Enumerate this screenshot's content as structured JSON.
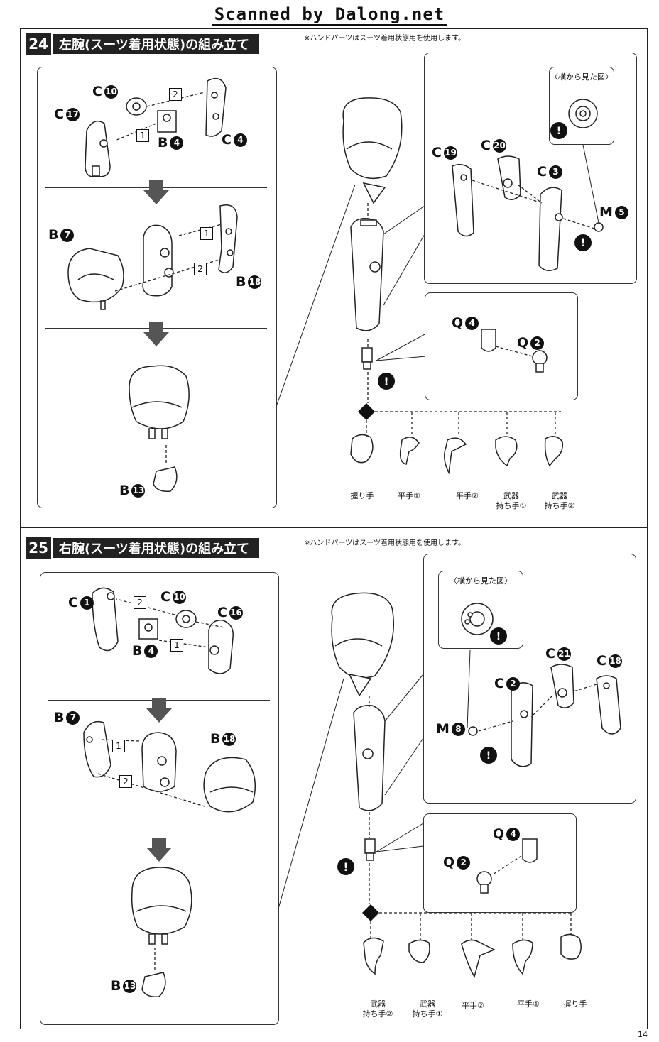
{
  "scanner_credit": "Scanned by Dalong.net",
  "page_number": "14",
  "step24": {
    "number": "24",
    "title": "左腕(スーツ着用状態)の組み立て",
    "note": "※ハンドパーツはスーツ着用状態用を使用します。",
    "labels": {
      "c10": {
        "letter": "C",
        "num": "10"
      },
      "c17": {
        "letter": "C",
        "num": "17"
      },
      "b4": {
        "letter": "B",
        "num": "4"
      },
      "c4": {
        "letter": "C",
        "num": "4"
      },
      "b7": {
        "letter": "B",
        "num": "7"
      },
      "b18": {
        "letter": "B",
        "num": "18"
      },
      "b13": {
        "letter": "B",
        "num": "13"
      },
      "c19": {
        "letter": "C",
        "num": "19"
      },
      "c20": {
        "letter": "C",
        "num": "20"
      },
      "c3": {
        "letter": "C",
        "num": "3"
      },
      "m5": {
        "letter": "M",
        "num": "5"
      },
      "q4": {
        "letter": "Q",
        "num": "4"
      },
      "q2": {
        "letter": "Q",
        "num": "2"
      }
    },
    "side_view": "〈横から見た図〉",
    "hands": [
      "握り手",
      "平手①",
      "平手②",
      "武器\n持ち手①",
      "武器\n持ち手②"
    ]
  },
  "step25": {
    "number": "25",
    "title": "右腕(スーツ着用状態)の組み立て",
    "note": "※ハンドパーツはスーツ着用状態用を使用します。",
    "labels": {
      "c1": {
        "letter": "C",
        "num": "1"
      },
      "c10": {
        "letter": "C",
        "num": "10"
      },
      "c16": {
        "letter": "C",
        "num": "16"
      },
      "b4": {
        "letter": "B",
        "num": "4"
      },
      "b7": {
        "letter": "B",
        "num": "7"
      },
      "b18": {
        "letter": "B",
        "num": "18"
      },
      "b13": {
        "letter": "B",
        "num": "13"
      },
      "c21": {
        "letter": "C",
        "num": "21"
      },
      "c18": {
        "letter": "C",
        "num": "18"
      },
      "c2": {
        "letter": "C",
        "num": "2"
      },
      "m8": {
        "letter": "M",
        "num": "8"
      },
      "q4": {
        "letter": "Q",
        "num": "4"
      },
      "q2": {
        "letter": "Q",
        "num": "2"
      }
    },
    "side_view": "〈横から見た図〉",
    "hands": [
      "武器\n持ち手②",
      "武器\n持ち手①",
      "平手②",
      "平手①",
      "握り手"
    ]
  },
  "box_numbers": {
    "one": "1",
    "two": "2"
  }
}
